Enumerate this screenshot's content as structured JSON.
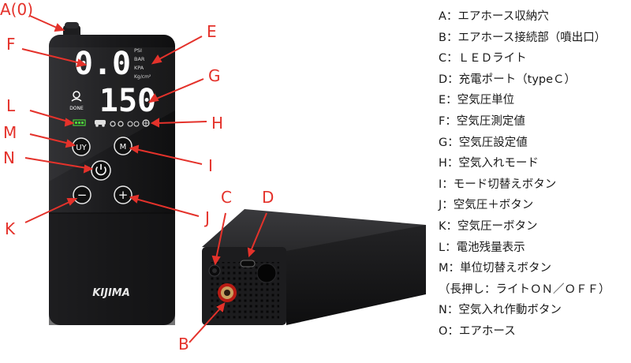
{
  "callouts": {
    "A": "A(0)",
    "B": "B",
    "C": "C",
    "D": "D",
    "E": "E",
    "F": "F",
    "G": "G",
    "H": "H",
    "I": "I",
    "J": "J",
    "K": "K",
    "L": "L",
    "M": "M",
    "N": "N"
  },
  "device": {
    "display_f": "0.0",
    "display_g": "150",
    "units": [
      "PSI",
      "BAR",
      "KPA",
      "Kg/cm²"
    ],
    "done_label": "DONE",
    "btn_uy": "UY",
    "btn_m": "M",
    "btn_minus": "−",
    "btn_plus": "+",
    "brand": "KIJIMA"
  },
  "legend": [
    "A：エアホース収納穴",
    "B：エアホース接続部（噴出口）",
    "C：ＬＥＤライト",
    "D：充電ポート（typeＣ）",
    "E：空気圧単位",
    "F：空気圧測定値",
    "G：空気圧設定値",
    "H：空気入れモード",
    "I：モード切替えボタン",
    "J：空気圧＋ボタン",
    "K：空気圧ーボタン",
    "L：電池残量表示",
    "M：単位切替えボタン",
    "（長押し：ライトＯＮ／ＯＦＦ）",
    "N：空気入れ作動ボタン",
    "O：エアホース"
  ],
  "colors": {
    "callout": "#e4322b",
    "device_body": "#1b1b1d",
    "display_white": "#ffffff"
  }
}
